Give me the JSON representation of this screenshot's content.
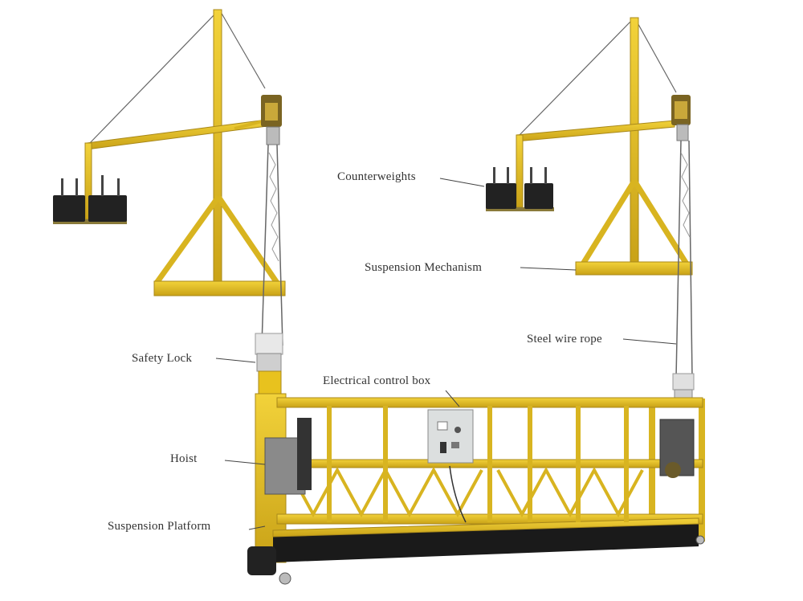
{
  "labels": {
    "counterweight": "Counterweights",
    "suspension_mechanism": "Suspension Mechanism",
    "safety_lock": "Safety Lock",
    "wire_rope": "Steel wire rope",
    "control_box": "Electrical control box",
    "hoist": "Hoist",
    "suspended_platform": "Suspension Platform"
  },
  "colors": {
    "frame": "#e8c21e",
    "frame_dark": "#b8961a",
    "counterweight": "#222222",
    "rope": "#555555",
    "box": "#d9dcdc"
  }
}
